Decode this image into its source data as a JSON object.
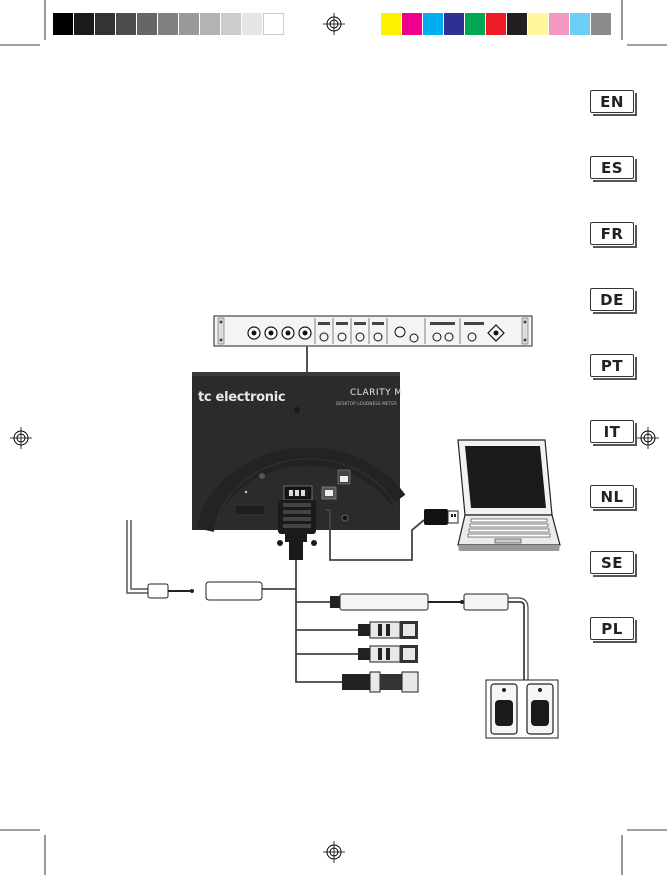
{
  "brand": {
    "name": "tc electronic",
    "product": "CLARITY M",
    "subtitle": "DESKTOP LOUDNESS METER"
  },
  "languages": [
    "EN",
    "ES",
    "FR",
    "DE",
    "PT",
    "IT",
    "NL",
    "SE",
    "PL"
  ],
  "color_bars": {
    "grayscale": [
      "#000000",
      "#1a1a1a",
      "#333333",
      "#4d4d4d",
      "#666666",
      "#808080",
      "#999999",
      "#b3b3b3",
      "#cccccc",
      "#e6e6e6",
      "#ffffff"
    ],
    "color": [
      "#fff200",
      "#ec008c",
      "#00aeef",
      "#2e3192",
      "#00a651",
      "#ed1c24",
      "#231f20",
      "#fff799",
      "#f49ac1",
      "#6dcff6",
      "#8c8c8c"
    ]
  }
}
